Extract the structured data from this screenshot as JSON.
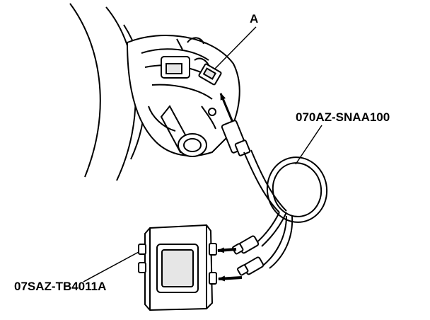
{
  "diagram": {
    "callouts": {
      "connector": "A",
      "test_harness": "070AZ-SNAA100",
      "test_box": "07SAZ-TB4011A"
    },
    "colors": {
      "ink": "#000000",
      "paper": "#ffffff",
      "shade": "#e6e6e6"
    }
  }
}
